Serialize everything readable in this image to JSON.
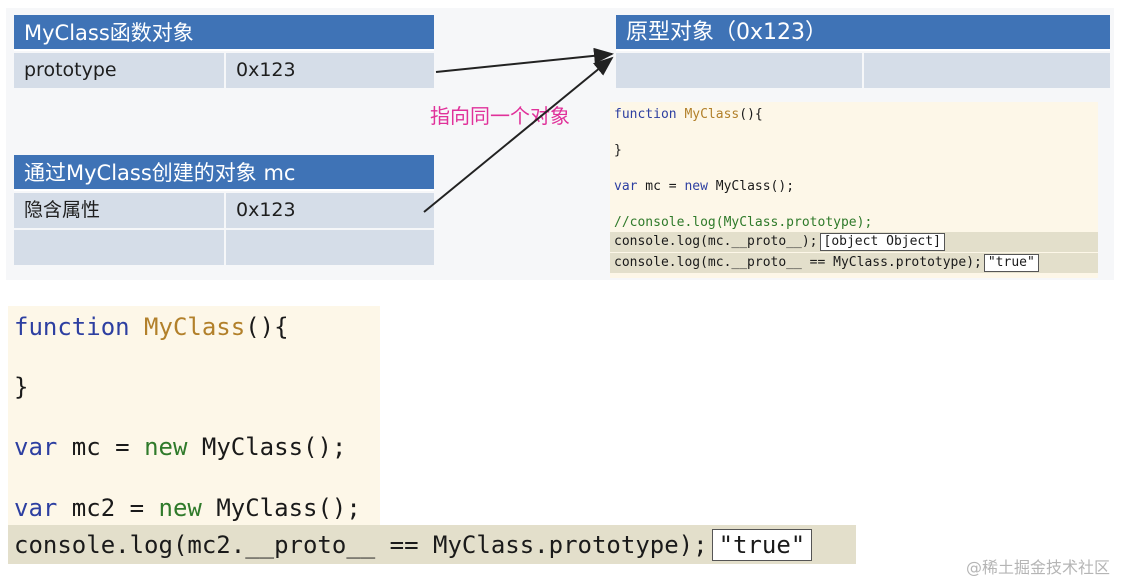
{
  "diagram": {
    "myclass_table": {
      "title": "MyClass函数对象",
      "row_key": "prototype",
      "row_value": "0x123"
    },
    "mc_table": {
      "title": "通过MyClass创建的对象 mc",
      "row_key": "隐含属性",
      "row_value": "0x123"
    },
    "proto_table": {
      "title": "原型对象（0x123）"
    },
    "note": "指向同一个对象"
  },
  "small_code": {
    "l1_kw": "function",
    "l1_fn": "MyClass",
    "l1_rest": "(){",
    "l2": "}",
    "l3_kw": "var",
    "l3_mid": " mc = ",
    "l3_kw2": "new",
    "l3_rest": " MyClass();",
    "l4": "//console.log(MyClass.prototype);",
    "l5": "console.log(mc.__proto__);",
    "l5_tip": "[object Object]",
    "l6": "console.log(mc.__proto__ == MyClass.prototype);",
    "l6_tip": "\"true\""
  },
  "big_code": {
    "l1_kw": "function",
    "l1_fn": "MyClass",
    "l1_rest": "(){",
    "l2": "}",
    "l3_kw": "var",
    "l3_mid": " mc = ",
    "l3_kw2": "new",
    "l3_rest": " MyClass();",
    "l4_kw": "var",
    "l4_mid": " mc2 = ",
    "l4_kw2": "new",
    "l4_rest": " MyClass();",
    "l5": "console.log(mc2.__proto__ == MyClass.prototype);",
    "l5_tip": "\"true\""
  },
  "watermark": "@稀土掘金技术社区",
  "colors": {
    "header_blue": "#3f73b6",
    "cell_blue": "#d5dde8",
    "note_pink": "#e0319a",
    "code_bg": "#fdf7e8",
    "highlight": "#e3dfcb"
  }
}
